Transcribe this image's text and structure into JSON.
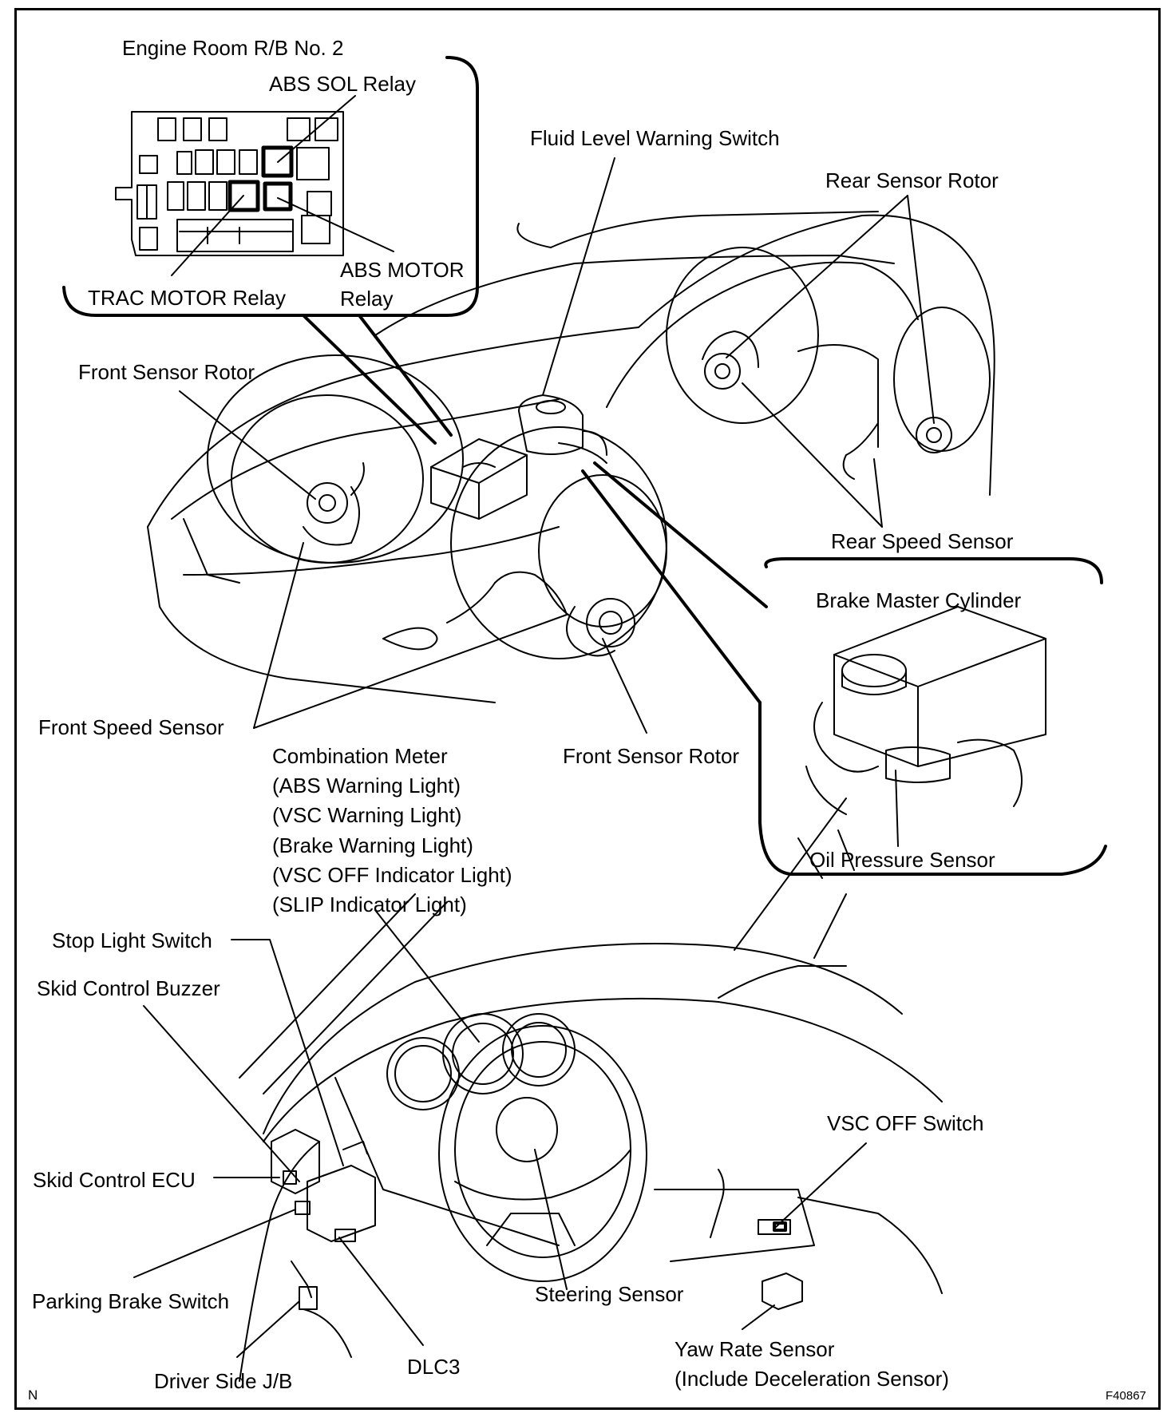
{
  "labels": {
    "rb_title": "Engine Room R/B No. 2",
    "abs_sol_relay": "ABS SOL Relay",
    "abs_motor_relay_1": "ABS MOTOR",
    "abs_motor_relay_2": "Relay",
    "trac_motor_relay": "TRAC MOTOR Relay",
    "fluid_level_switch": "Fluid Level Warning Switch",
    "rear_sensor_rotor": "Rear Sensor Rotor",
    "front_sensor_rotor_left": "Front Sensor Rotor",
    "rear_speed_sensor": "Rear Speed Sensor",
    "brake_master_cylinder": "Brake Master Cylinder",
    "oil_pressure_sensor": "Oil Pressure Sensor",
    "front_speed_sensor": "Front Speed Sensor",
    "front_sensor_rotor_right": "Front Sensor Rotor",
    "combination_meter": [
      "Combination Meter",
      "(ABS Warning Light)",
      "(VSC Warning Light)",
      "(Brake Warning Light)",
      "(VSC OFF Indicator Light)",
      "(SLIP Indicator Light)"
    ],
    "stop_light_switch": "Stop Light Switch",
    "skid_control_buzzer": "Skid Control Buzzer",
    "vsc_off_switch": "VSC OFF Switch",
    "skid_control_ecu": "Skid Control ECU",
    "parking_brake_switch": "Parking Brake Switch",
    "steering_sensor": "Steering Sensor",
    "yaw_rate_sensor_1": "Yaw Rate Sensor",
    "yaw_rate_sensor_2": "(Include Deceleration Sensor)",
    "driver_side_jb": "Driver Side J/B",
    "dlc3": "DLC3"
  },
  "corner_marks": {
    "left": "N",
    "right": "F40867"
  }
}
